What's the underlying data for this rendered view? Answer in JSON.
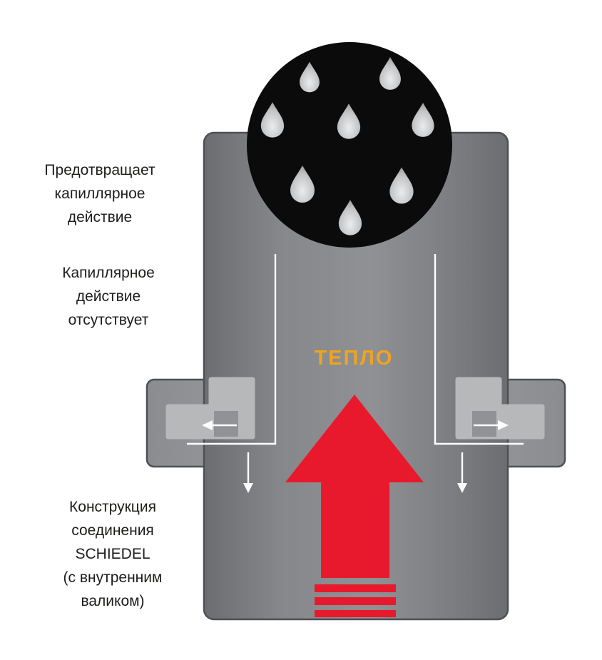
{
  "labels": {
    "prevents_capillary": "Предотвращает\nкапиллярное\nдействие",
    "no_capillary": "Капиллярное\nдействие\nотсутствует",
    "joint_construction": "Конструкция\nсоединения\nSCHIEDEL\n(с внутренним\nваликом)",
    "heat": "ТЕПЛО"
  },
  "colors": {
    "heat_text": "#F0A41D",
    "heat_arrow": "#E8192C",
    "pipe_gray": "#7F8184",
    "flange_gray": "#9A9C9F",
    "bead_light_gray": "#B6B8BA",
    "circle_black": "#0B0B0B",
    "droplet_silver": "#C6C8CA",
    "flow_line": "#FFFFFF",
    "label_text": "#1D1D1B",
    "outline": "#4E5053"
  },
  "diagram": {
    "droplet_count": 8,
    "heat_bar_count": 3
  }
}
